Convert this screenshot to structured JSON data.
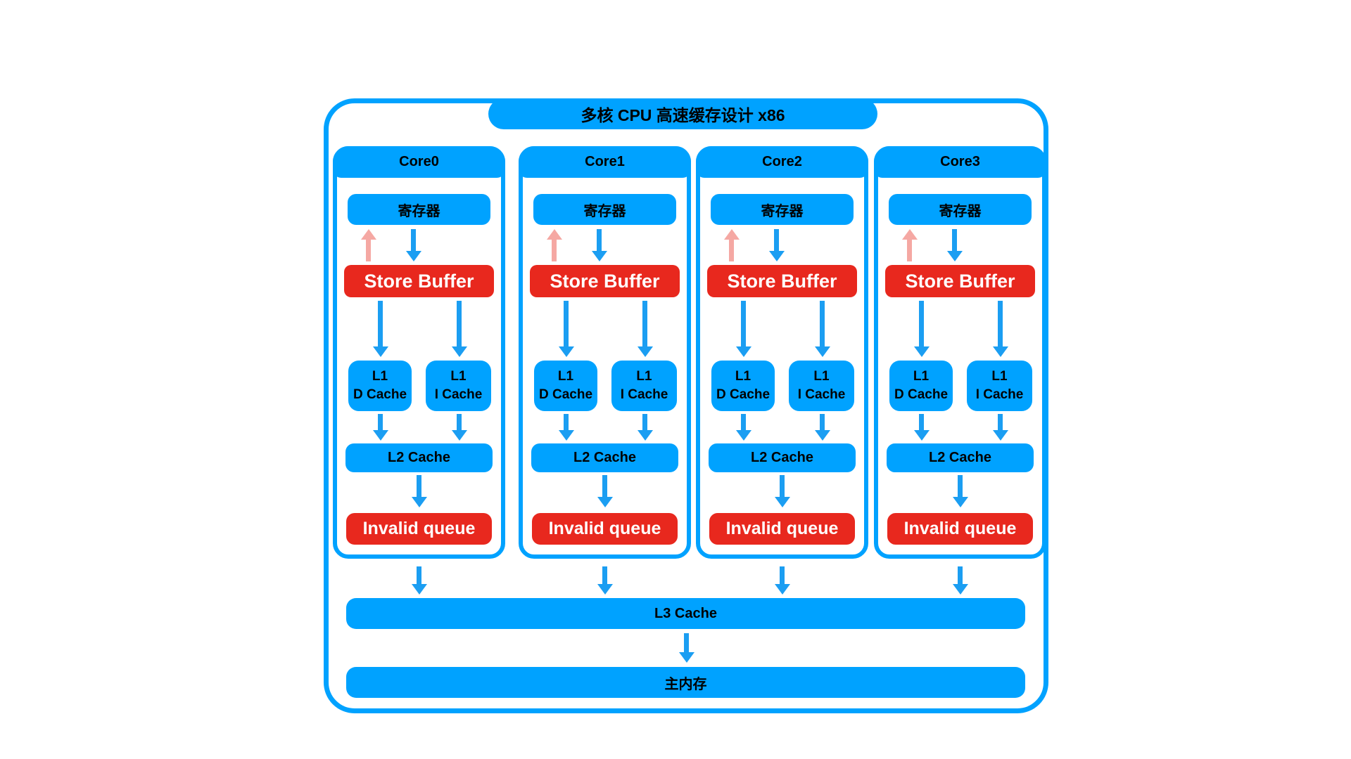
{
  "title": "多核 CPU 高速缓存设计 x86",
  "colors": {
    "blue": "#00A2FF",
    "arrow_blue": "#1B9EF2",
    "red": "#E8281E",
    "pink_arrow": "#F5A8A3",
    "text_on_blue": "#000000",
    "text_on_red": "#FFFFFF",
    "background": "#FFFFFF"
  },
  "cores": [
    {
      "label": "Core0",
      "register": "寄存器",
      "store_buffer": "Store Buffer",
      "l1d_top": "L1",
      "l1d_bottom": "D Cache",
      "l1i_top": "L1",
      "l1i_bottom": "I Cache",
      "l2": "L2 Cache",
      "invalid_queue": "Invalid queue"
    },
    {
      "label": "Core1",
      "register": "寄存器",
      "store_buffer": "Store Buffer",
      "l1d_top": "L1",
      "l1d_bottom": "D Cache",
      "l1i_top": "L1",
      "l1i_bottom": "I Cache",
      "l2": "L2 Cache",
      "invalid_queue": "Invalid queue"
    },
    {
      "label": "Core2",
      "register": "寄存器",
      "store_buffer": "Store Buffer",
      "l1d_top": "L1",
      "l1d_bottom": "D Cache",
      "l1i_top": "L1",
      "l1i_bottom": "I Cache",
      "l2": "L2 Cache",
      "invalid_queue": "Invalid queue"
    },
    {
      "label": "Core3",
      "register": "寄存器",
      "store_buffer": "Store Buffer",
      "l1d_top": "L1",
      "l1d_bottom": "D Cache",
      "l1i_top": "L1",
      "l1i_bottom": "I Cache",
      "l2": "L2 Cache",
      "invalid_queue": "Invalid queue"
    }
  ],
  "shared": {
    "l3": "L3 Cache",
    "main_memory": "主内存"
  }
}
